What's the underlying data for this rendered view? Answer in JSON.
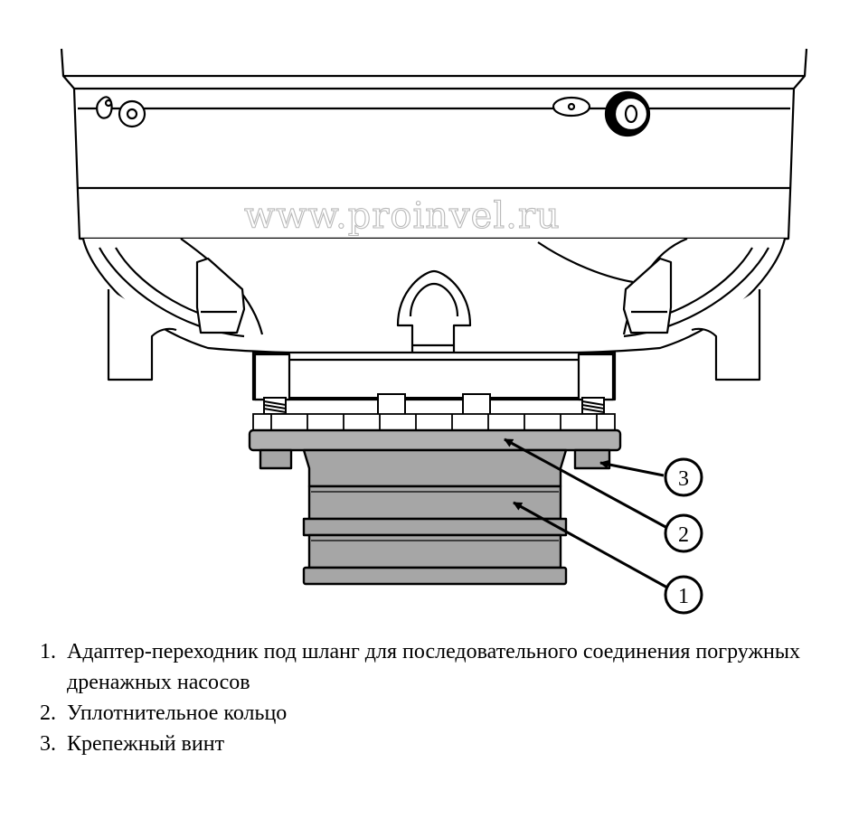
{
  "watermark": "www.proinvel.ru",
  "callouts": [
    {
      "number": "1"
    },
    {
      "number": "2"
    },
    {
      "number": "3"
    }
  ],
  "legend": [
    {
      "number": "1.",
      "text": "Адаптер-переходник под шланг для последовательного соединения погружных дренажных насосов"
    },
    {
      "number": "2.",
      "text": "Уплотнительное кольцо"
    },
    {
      "number": "3.",
      "text": "Крепежный винт"
    }
  ],
  "colors": {
    "adapter_fill": "#a6a6a6",
    "outline": "#000000",
    "body_fill": "#ffffff",
    "watermark": "#b8b8b8"
  }
}
